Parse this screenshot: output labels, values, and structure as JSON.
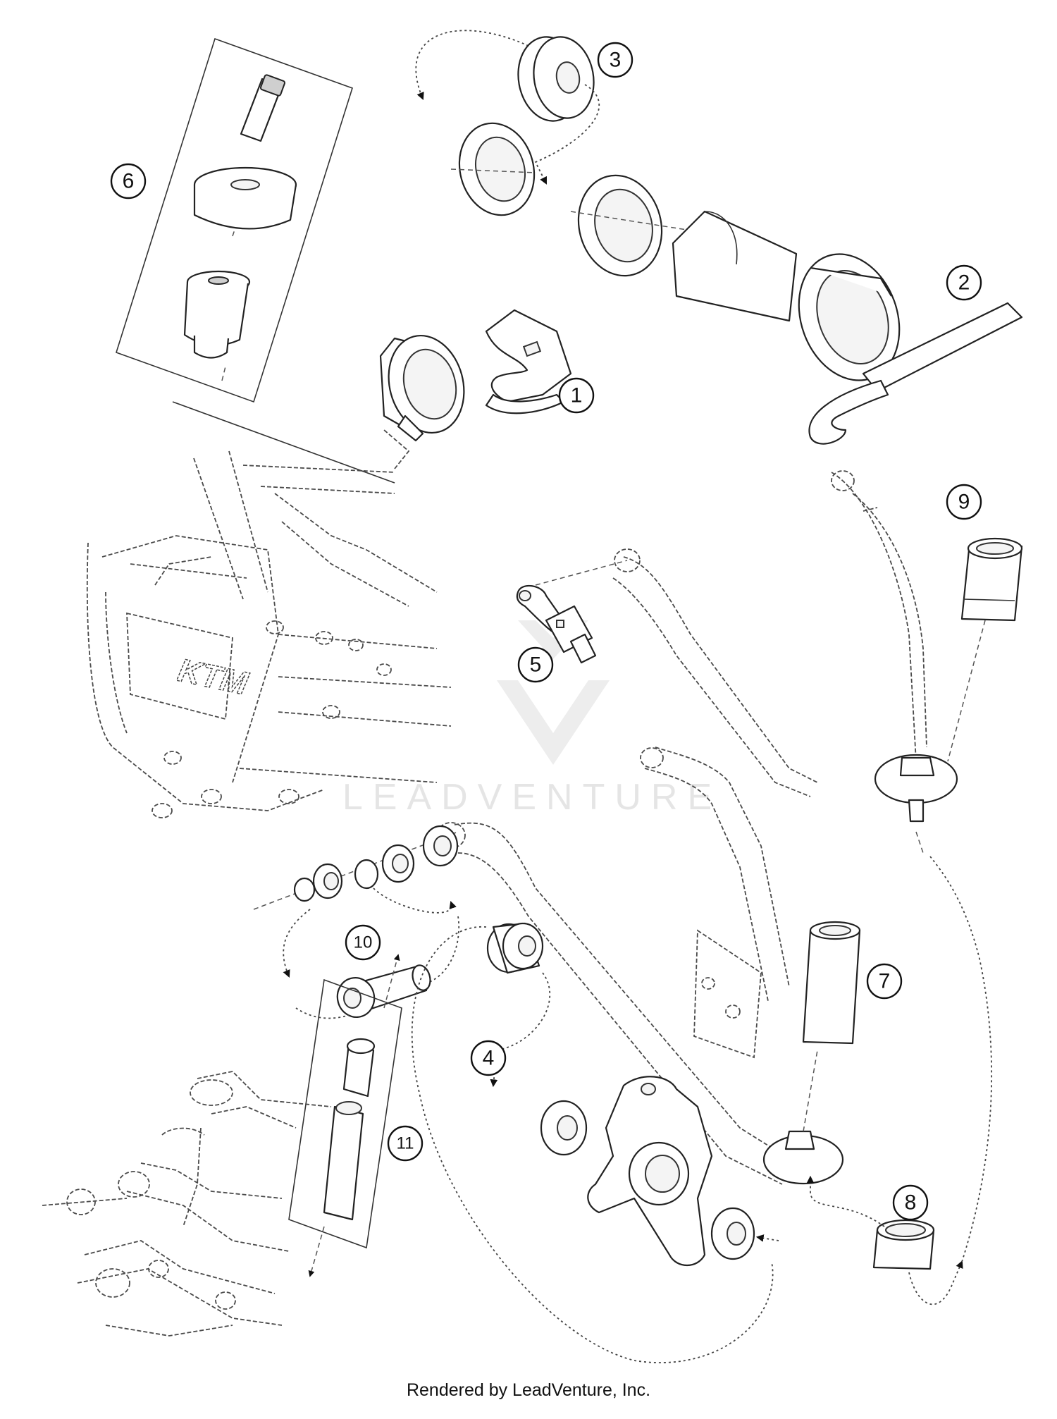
{
  "callouts": [
    "1",
    "2",
    "3",
    "4",
    "5",
    "6",
    "7",
    "8",
    "9",
    "10",
    "11"
  ],
  "watermark": {
    "text": "LEADVENTURE"
  },
  "frame_logo": {
    "text": "KTM"
  },
  "footer": {
    "credit": "Rendered by LeadVenture, Inc."
  },
  "colors": {
    "line": "#222222",
    "background": "#ffffff",
    "watermark": "#e3e3e3"
  }
}
